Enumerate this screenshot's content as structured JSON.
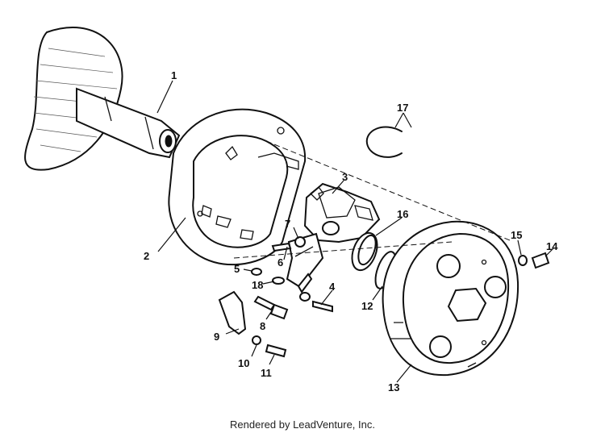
{
  "callouts": [
    "1",
    "2",
    "3",
    "4",
    "5",
    "6",
    "7",
    "8",
    "9",
    "10",
    "11",
    "12",
    "13",
    "14",
    "15",
    "16",
    "17",
    "18"
  ],
  "footer": "Rendered by LeadVenture, Inc."
}
